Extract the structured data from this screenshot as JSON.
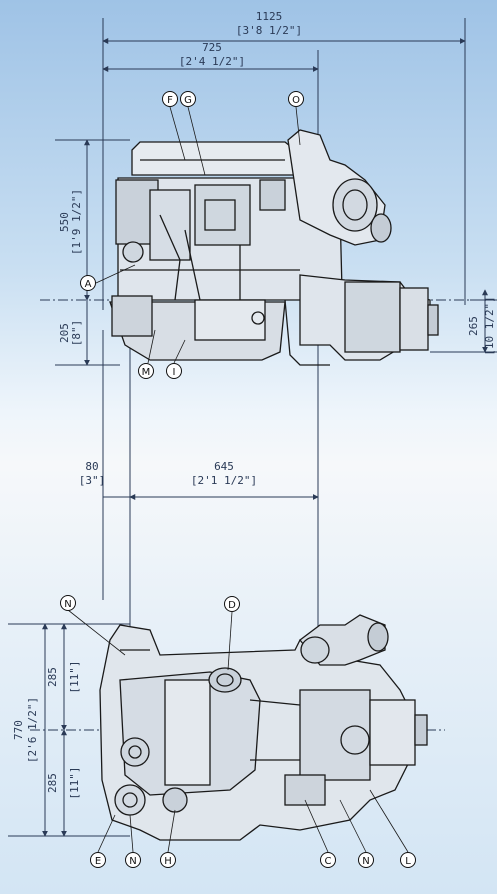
{
  "dimensions": {
    "overall_length": {
      "value": "1125",
      "imperial": "[3'8 1/2\"]"
    },
    "front_length": {
      "value": "725",
      "imperial": "[2'4 1/2\"]"
    },
    "height_upper": {
      "value": "550",
      "imperial": "[1'9 1/2\"]"
    },
    "height_lower": {
      "value": "205",
      "imperial": "[8\"]"
    },
    "flange_height": {
      "value": "265",
      "imperial": "[10 1/2\"]"
    },
    "rear_offset": {
      "value": "80",
      "imperial": "[3\"]"
    },
    "mount_span": {
      "value": "645",
      "imperial": "[2'1 1/2\"]"
    },
    "width_total": {
      "value": "770",
      "imperial": "[2'6 1/2\"]"
    },
    "width_upper_half": {
      "value": "285",
      "imperial": "[11\"]"
    },
    "width_lower_half": {
      "value": "285",
      "imperial": "[11\"]"
    }
  },
  "callouts_side": [
    "F",
    "G",
    "O",
    "A",
    "M",
    "I"
  ],
  "callouts_top": [
    "N",
    "D",
    "E",
    "N",
    "H",
    "C",
    "N",
    "L"
  ],
  "colors": {
    "line": "#2a3a56",
    "ink": "#1a1a1a"
  }
}
